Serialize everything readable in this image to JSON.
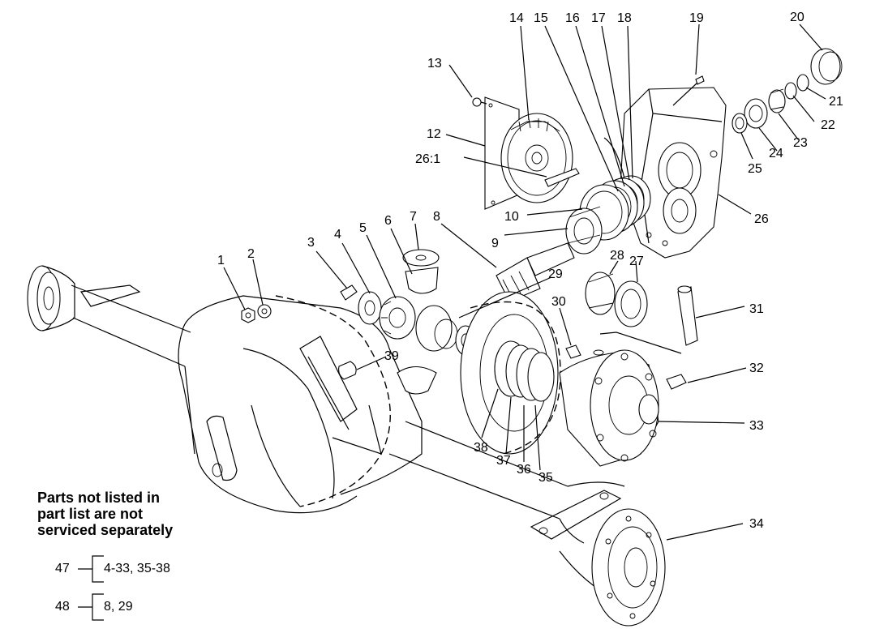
{
  "diagram": {
    "callouts": [
      "1",
      "2",
      "3",
      "4",
      "5",
      "6",
      "7",
      "8",
      "9",
      "10",
      "12",
      "13",
      "14",
      "15",
      "16",
      "17",
      "18",
      "19",
      "20",
      "21",
      "22",
      "23",
      "24",
      "25",
      "26",
      "26:1",
      "27",
      "28",
      "29",
      "30",
      "31",
      "32",
      "33",
      "34",
      "35",
      "36",
      "37",
      "38",
      "39"
    ],
    "note": "Parts not listed in\npart list are not\nserviced separately",
    "kits": [
      {
        "number": "47",
        "range": "4-33, 35-38"
      },
      {
        "number": "48",
        "range": "8, 29"
      }
    ]
  }
}
